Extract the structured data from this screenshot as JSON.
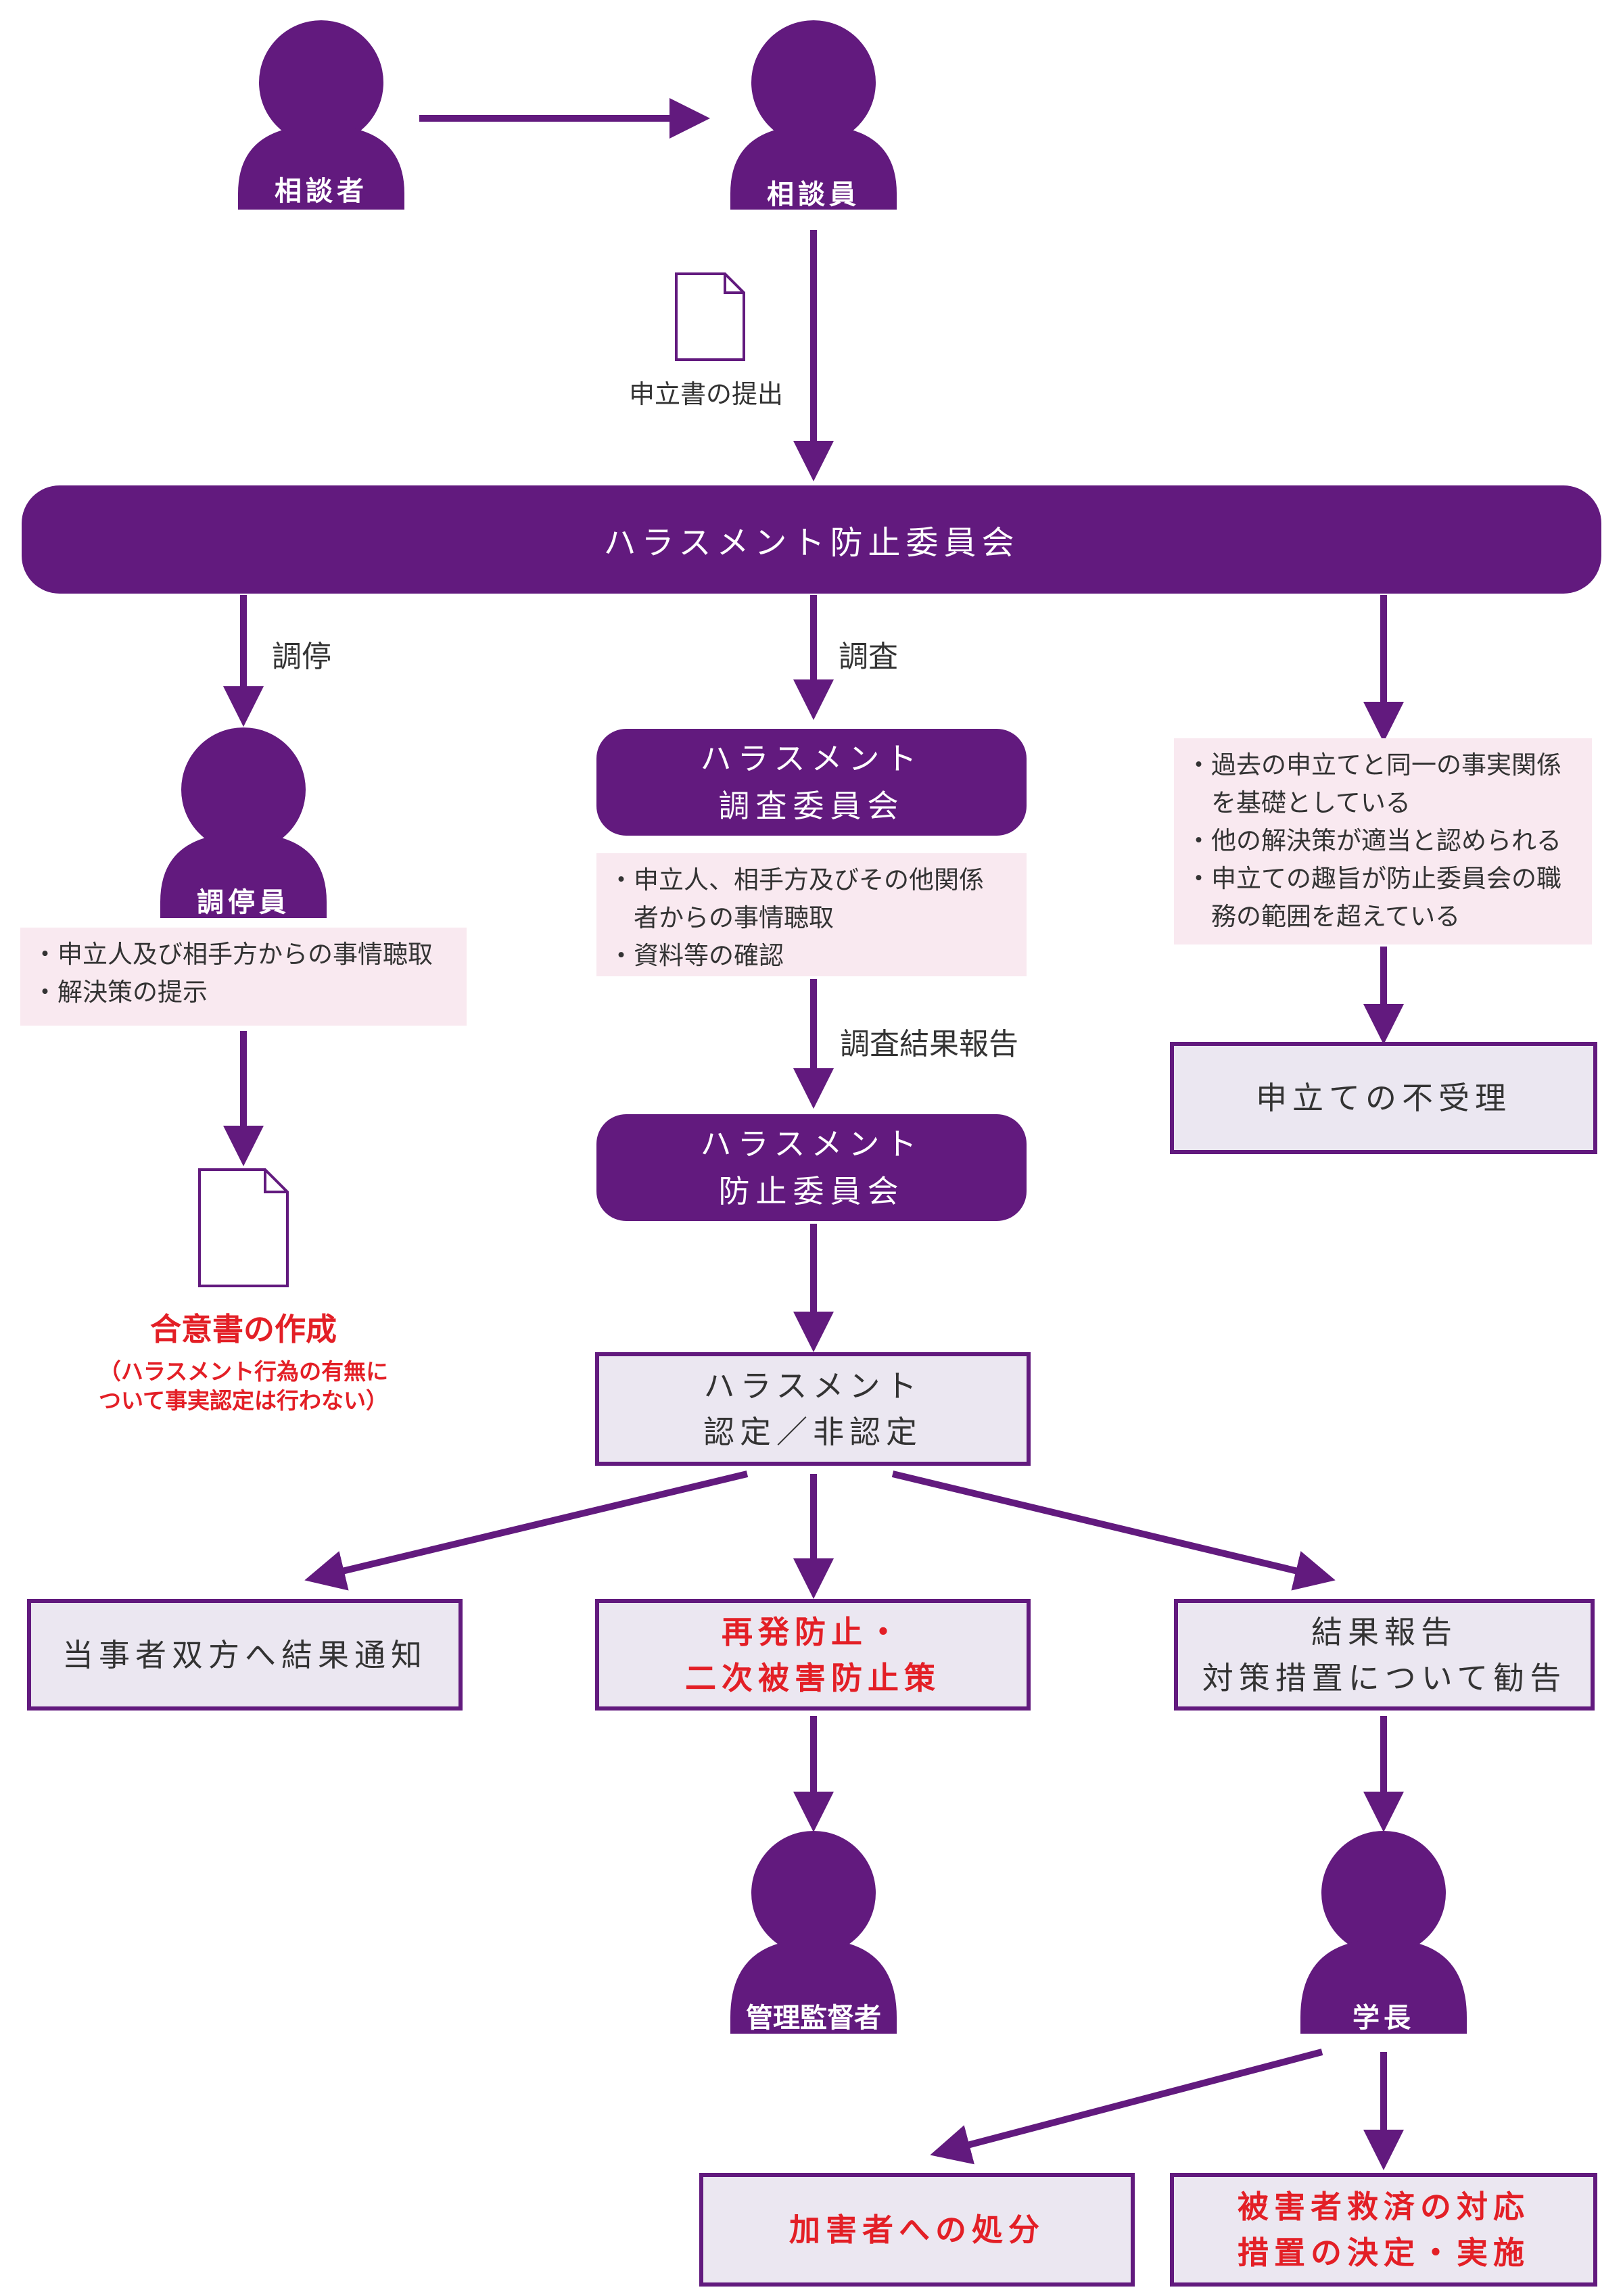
{
  "people": {
    "consulter": "相談者",
    "counselor": "相談員",
    "mediator": "調停員",
    "manager": "管理監督者",
    "president": "学長"
  },
  "labels": {
    "submission": "申立書の提出",
    "mediation": "調停",
    "investigation": "調査",
    "investigation_report": "調査結果報告"
  },
  "banner": "ハラスメント防止委員会",
  "investigation_committee": {
    "line1": "ハラスメント",
    "line2": "調査委員会"
  },
  "prevention_committee": {
    "line1": "ハラスメント",
    "line2": "防止委員会"
  },
  "notes": {
    "mediator": [
      "・申立人及び相手方からの事情聴取",
      "・解決策の提示"
    ],
    "investigation": [
      "・申立人、相手方及びその他関係",
      "　者からの事情聴取",
      "・資料等の確認"
    ],
    "rejection": [
      "・過去の申立てと同一の事実関係",
      "　を基礎としている",
      "・他の解決策が適当と認められる",
      "・申立ての趣旨が防止委員会の職",
      "　務の範囲を超えている"
    ]
  },
  "agreement": {
    "title": "合意書の作成",
    "sub1": "（ハラスメント行為の有無に",
    "sub2": "ついて事実認定は行わない）"
  },
  "boxes": {
    "rejection": "申立ての不受理",
    "judgement_line1": "ハラスメント",
    "judgement_line2": "認定／非認定",
    "notify": "当事者双方へ結果通知",
    "prevent_line1": "再発防止・",
    "prevent_line2": "二次被害防止策",
    "report_line1": "結果報告",
    "report_line2": "対策措置について勧告",
    "discipline": "加害者への処分",
    "relief_line1": "被害者救済の対応",
    "relief_line2": "措置の決定・実施"
  },
  "colors": {
    "primary": "#621a7e",
    "box_fill": "#ebe7f1",
    "note_fill": "#f9e9f0",
    "emphasis": "#e31f26",
    "text": "#333333"
  }
}
